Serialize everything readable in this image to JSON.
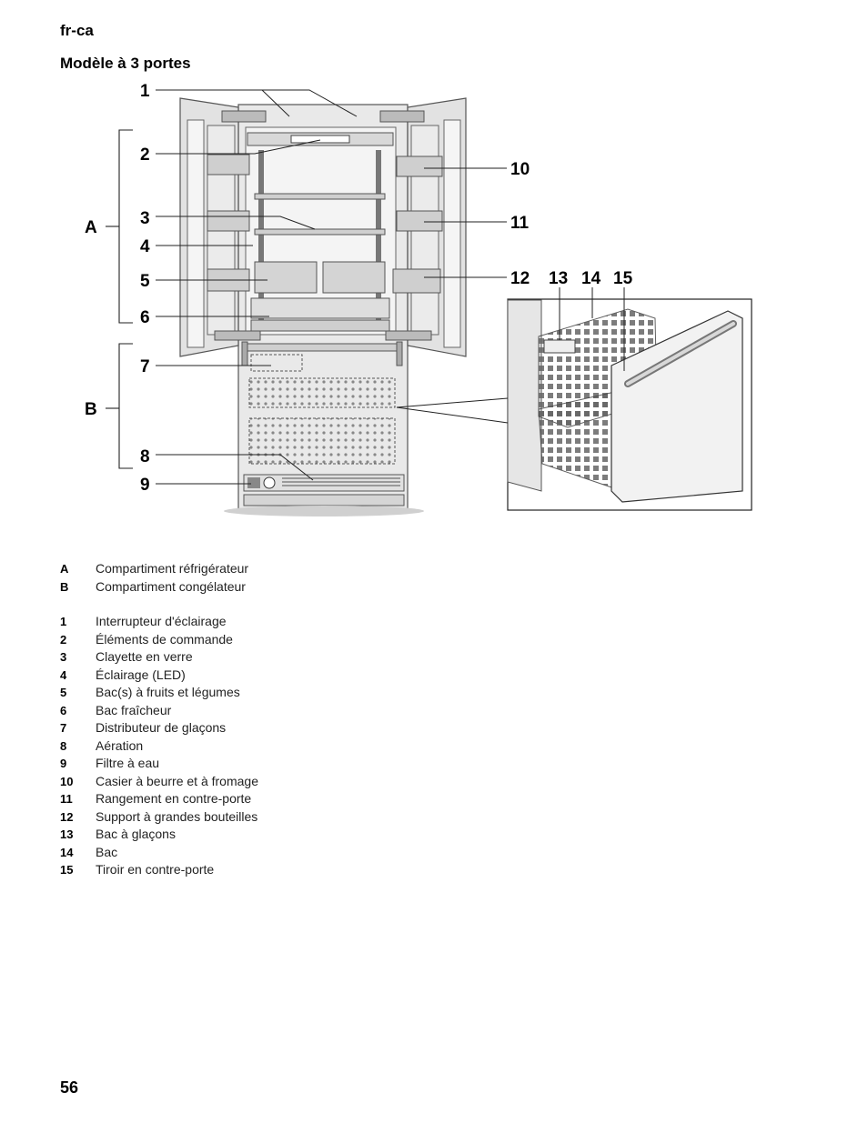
{
  "header": {
    "lang": "fr-ca",
    "title": "Modèle à 3 portes"
  },
  "figure": {
    "callouts": {
      "n1": "1",
      "n2": "2",
      "n3": "3",
      "n4": "4",
      "n5": "5",
      "n6": "6",
      "n7": "7",
      "n8": "8",
      "n9": "9",
      "n10": "10",
      "n11": "11",
      "n12": "12",
      "n13": "13",
      "n14": "14",
      "n15": "15",
      "A": "A",
      "B": "B"
    }
  },
  "legend_sections": [
    {
      "key": "A",
      "text": "Compartiment réfrigérateur"
    },
    {
      "key": "B",
      "text": "Compartiment congélateur"
    }
  ],
  "legend_items": [
    {
      "key": "1",
      "text": "Interrupteur d'éclairage"
    },
    {
      "key": "2",
      "text": "Éléments de commande"
    },
    {
      "key": "3",
      "text": "Clayette en verre"
    },
    {
      "key": "4",
      "text": "Éclairage (LED)"
    },
    {
      "key": "5",
      "text": "Bac(s) à fruits et légumes"
    },
    {
      "key": "6",
      "text": "Bac fraîcheur"
    },
    {
      "key": "7",
      "text": "Distributeur de glaçons"
    },
    {
      "key": "8",
      "text": "Aération"
    },
    {
      "key": "9",
      "text": "Filtre à eau"
    },
    {
      "key": "10",
      "text": "Casier à beurre et à fromage"
    },
    {
      "key": "11",
      "text": "Rangement en contre-porte"
    },
    {
      "key": "12",
      "text": "Support à grandes bouteilles"
    },
    {
      "key": "13",
      "text": "Bac à glaçons"
    },
    {
      "key": "14",
      "text": "Bac"
    },
    {
      "key": "15",
      "text": "Tiroir en contre-porte"
    }
  ],
  "footer": {
    "page_number": "56"
  }
}
